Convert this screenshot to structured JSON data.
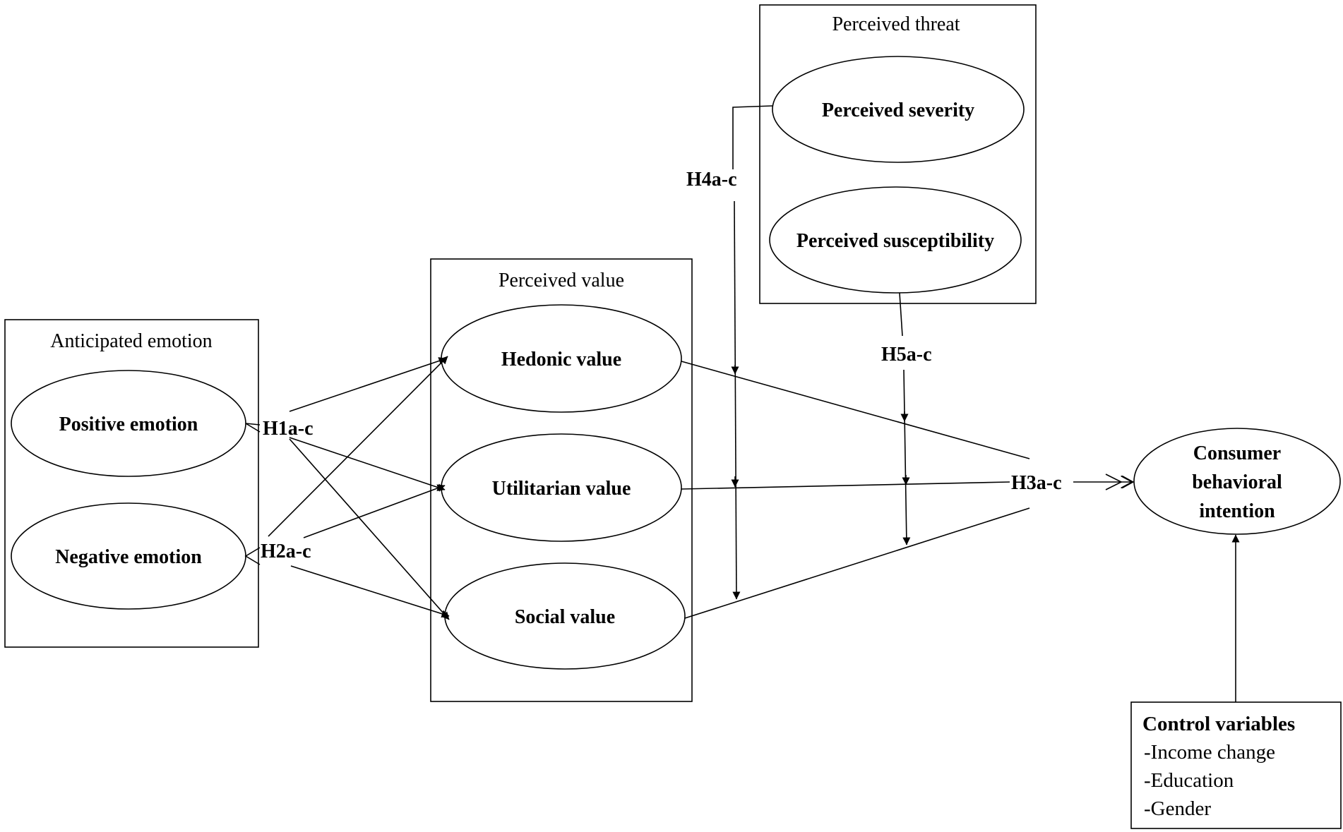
{
  "groups": {
    "anticipated_emotion": "Anticipated emotion",
    "perceived_value": "Perceived value",
    "perceived_threat": "Perceived threat"
  },
  "nodes": {
    "positive_emotion": "Positive emotion",
    "negative_emotion": "Negative emotion",
    "hedonic_value": "Hedonic value",
    "utilitarian_value": "Utilitarian value",
    "social_value": "Social value",
    "perceived_severity": "Perceived severity",
    "perceived_susceptibility": "Perceived susceptibility",
    "consumer_intention": [
      "Consumer",
      "behavioral",
      "intention"
    ]
  },
  "hypotheses": {
    "h1": "H1a-c",
    "h2": "H2a-c",
    "h3": "H3a-c",
    "h4": "H4a-c",
    "h5": "H5a-c"
  },
  "controls": {
    "title": "Control variables",
    "items": [
      "-Income change",
      "-Education",
      "-Gender"
    ]
  }
}
